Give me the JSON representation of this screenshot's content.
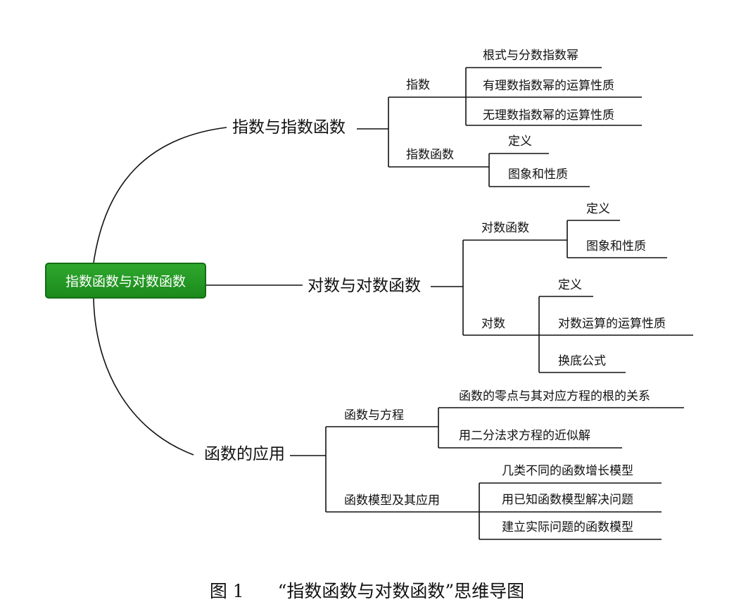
{
  "root": "指数函数与对数函数",
  "branches": {
    "exp": {
      "label": "指数与指数函数",
      "children": {
        "zhishu": {
          "label": "指数",
          "items": [
            "根式与分数指数幂",
            "有理数指数幂的运算性质",
            "无理数指数幂的运算性质"
          ]
        },
        "zhishu_hanshu": {
          "label": "指数函数",
          "items": [
            "定义",
            "图象和性质"
          ]
        }
      }
    },
    "log": {
      "label": "对数与对数函数",
      "children": {
        "duishu_hanshu": {
          "label": "对数函数",
          "items": [
            "定义",
            "图象和性质"
          ]
        },
        "duishu": {
          "label": "对数",
          "items": [
            "定义",
            "对数运算的运算性质",
            "换底公式"
          ]
        }
      }
    },
    "app": {
      "label": "函数的应用",
      "children": {
        "fangcheng": {
          "label": "函数与方程",
          "items": [
            "函数的零点与其对应方程的根的关系",
            "用二分法求方程的近似解"
          ]
        },
        "moxing": {
          "label": "函数模型及其应用",
          "items": [
            "几类不同的函数增长模型",
            "用已知函数模型解决问题",
            "建立实际问题的函数模型"
          ]
        }
      }
    }
  },
  "caption": {
    "figure": "图 1",
    "title": "“指数函数与对数函数”思维导图"
  }
}
